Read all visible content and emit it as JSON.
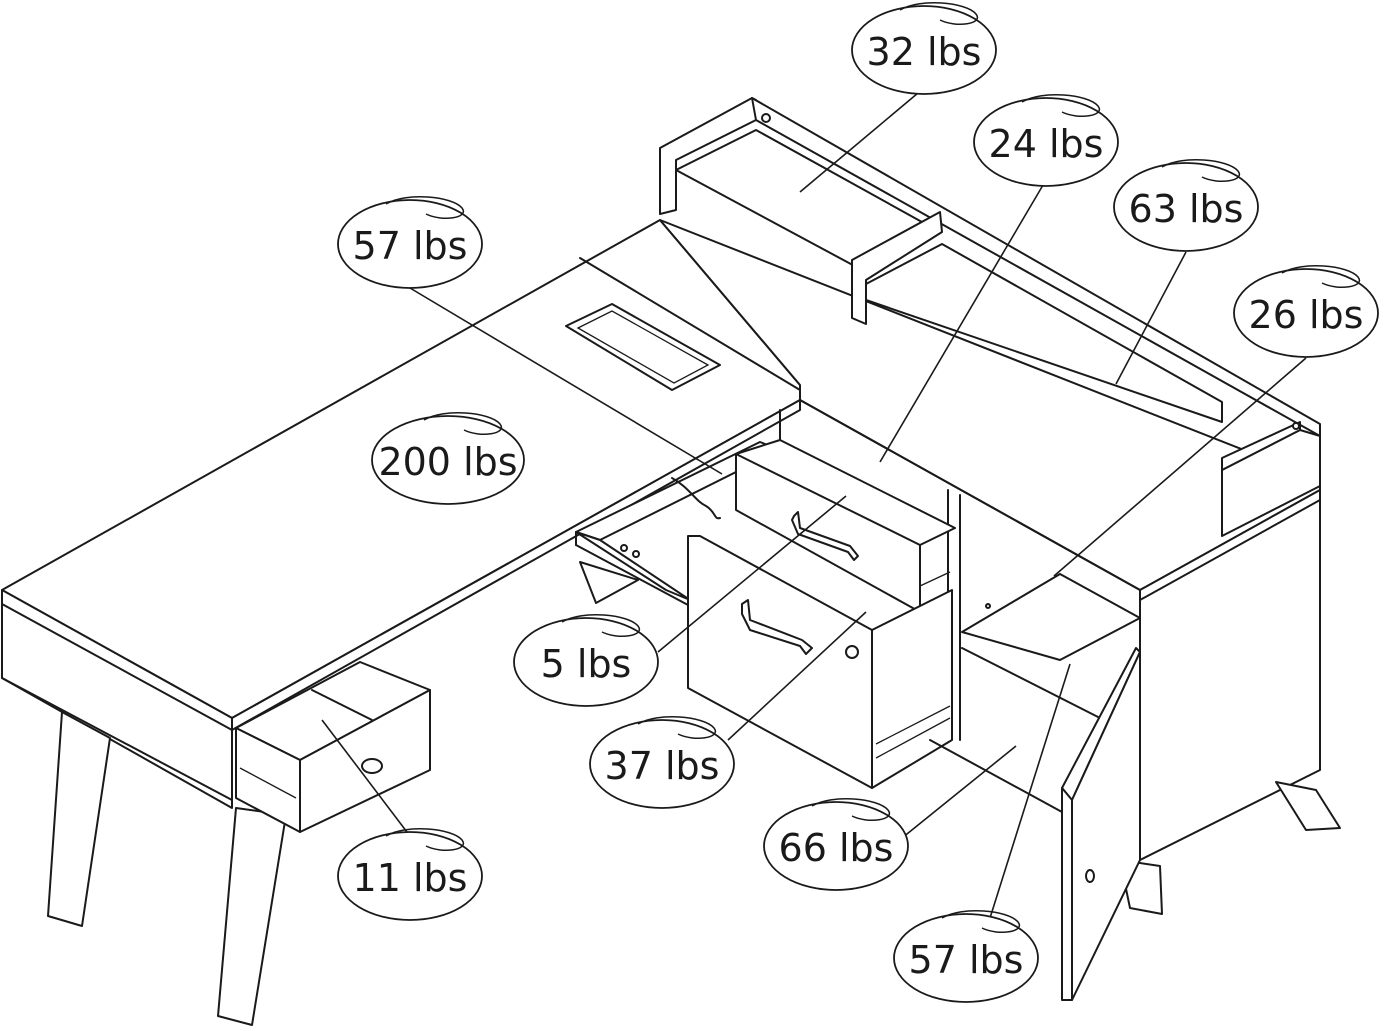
{
  "callouts": [
    {
      "id": "hutch-top-shelf",
      "label": "32 lbs"
    },
    {
      "id": "hutch-divider-shelf",
      "label": "24 lbs"
    },
    {
      "id": "hutch-right-shelf",
      "label": "63 lbs"
    },
    {
      "id": "cabinet-top",
      "label": "26 lbs"
    },
    {
      "id": "desk-return-top",
      "label": "57 lbs"
    },
    {
      "id": "desk-main-top",
      "label": "200 lbs"
    },
    {
      "id": "keyboard-tray",
      "label": "5 lbs"
    },
    {
      "id": "file-drawer",
      "label": "37 lbs"
    },
    {
      "id": "cabinet-shelf",
      "label": "66 lbs"
    },
    {
      "id": "small-drawer",
      "label": "11 lbs"
    },
    {
      "id": "cabinet-bottom",
      "label": "57 lbs"
    }
  ]
}
